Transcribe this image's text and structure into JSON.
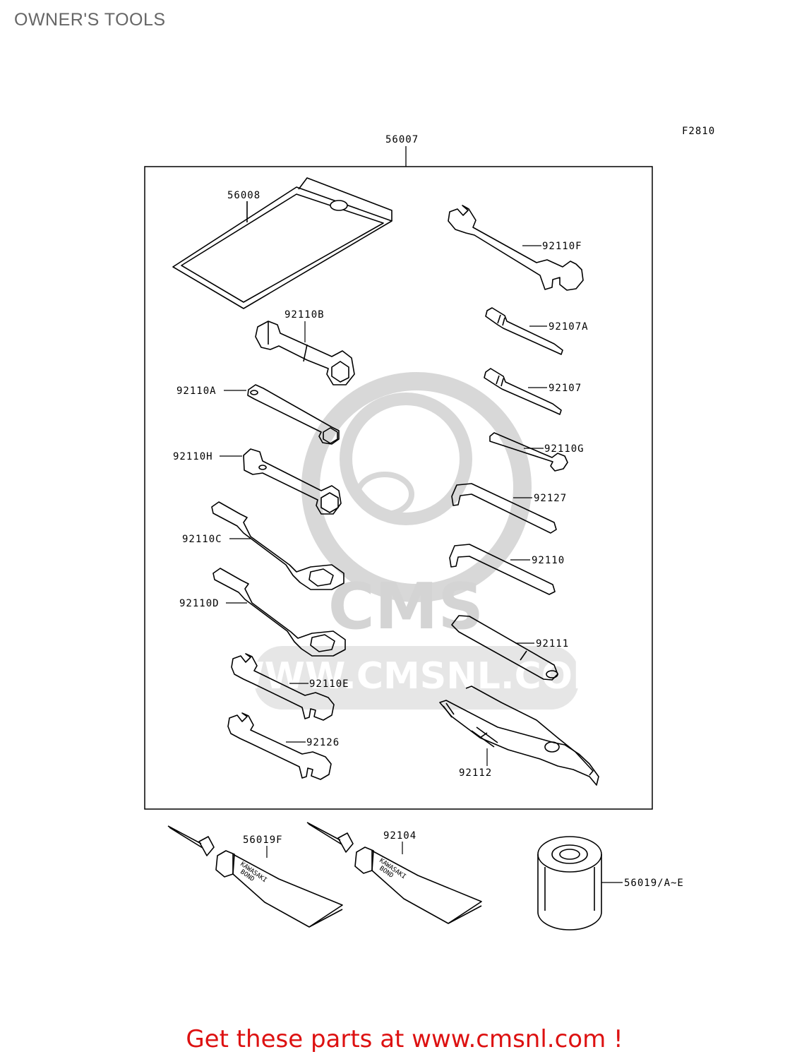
{
  "page": {
    "title": "OWNER'S TOOLS",
    "figure_code": "F2810",
    "call_to_action": "Get these parts at www.cmsnl.com !"
  },
  "watermark": {
    "brand": "CMS",
    "url": "WWW.CMSNL.COM"
  },
  "parts": {
    "kit": "56007",
    "pouch": "56008",
    "wrench_f": "92110F",
    "socket_b": "92110B",
    "screwdriver_a": "92107A",
    "socket_a": "92110A",
    "screwdriver": "92107",
    "spanner_g": "92110G",
    "socket_h": "92110H",
    "hex_key_92127": "92127",
    "ring_wrench_c": "92110C",
    "hex_key_92110": "92110",
    "ring_wrench_d": "92110D",
    "handle": "92111",
    "wrench_e": "92110E",
    "wrench_92126": "92126",
    "pliers": "92112",
    "bond_f": "56019F",
    "bond_92104": "92104",
    "filter": "56019/A~E"
  },
  "tube_print": {
    "line1": "KAWASAKI",
    "line2": "BOND"
  },
  "colors": {
    "line": "#000000",
    "watermark": "#dcdcdc",
    "title": "#666666",
    "cta": "#dd1111"
  }
}
